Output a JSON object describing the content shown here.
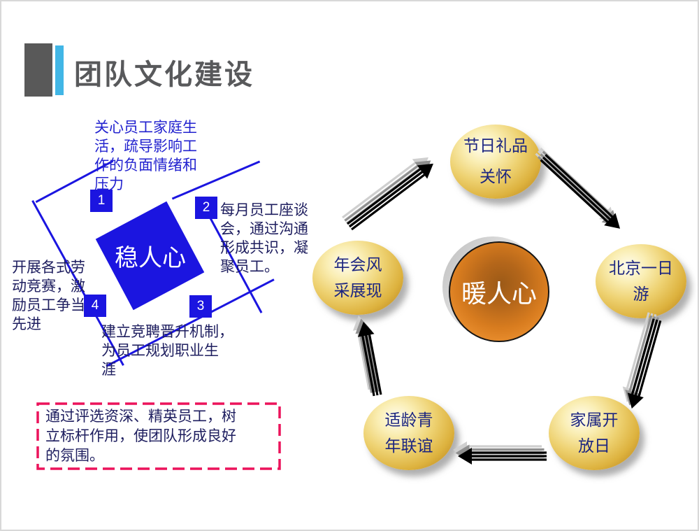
{
  "title": {
    "text": "团队文化建设"
  },
  "colors": {
    "title_gray": "#58595b",
    "accent_light_blue": "#41b6e6",
    "diagram_blue": "#1b15e0",
    "point_text_blue": "#2222cf",
    "text_navy": "#1e1e5f",
    "note_border_pink": "#ec135b",
    "node_text_blue": "#1c2580",
    "gold": "#ddb23e",
    "center_orange": "#e8882a"
  },
  "stabilize": {
    "center": "稳人心",
    "points": [
      {
        "num": "1",
        "text": "关心员工家庭生\n活，疏导影响工\n作的负面情绪和\n压力"
      },
      {
        "num": "2",
        "text": "每月员工座谈\n会，通过沟通\n形成共识，凝\n聚员工。"
      },
      {
        "num": "3",
        "text": "建立竞聘晋升机制，\n为员工规划职业生\n涯"
      },
      {
        "num": "4",
        "text": "开展各式劳\n动竞赛，激\n励员工争当\n先进"
      }
    ]
  },
  "note": {
    "text": "通过评选资深、精英员工，树\n立标杆作用，使团队形成良好\n的氛围。"
  },
  "warm": {
    "center": "暖人心",
    "nodes": [
      {
        "text": "节日礼品\n关怀"
      },
      {
        "text": "北京一日\n游"
      },
      {
        "text": "家属开\n放日"
      },
      {
        "text": "适龄青\n年联谊"
      },
      {
        "text": "年会风\n采展现"
      }
    ]
  }
}
